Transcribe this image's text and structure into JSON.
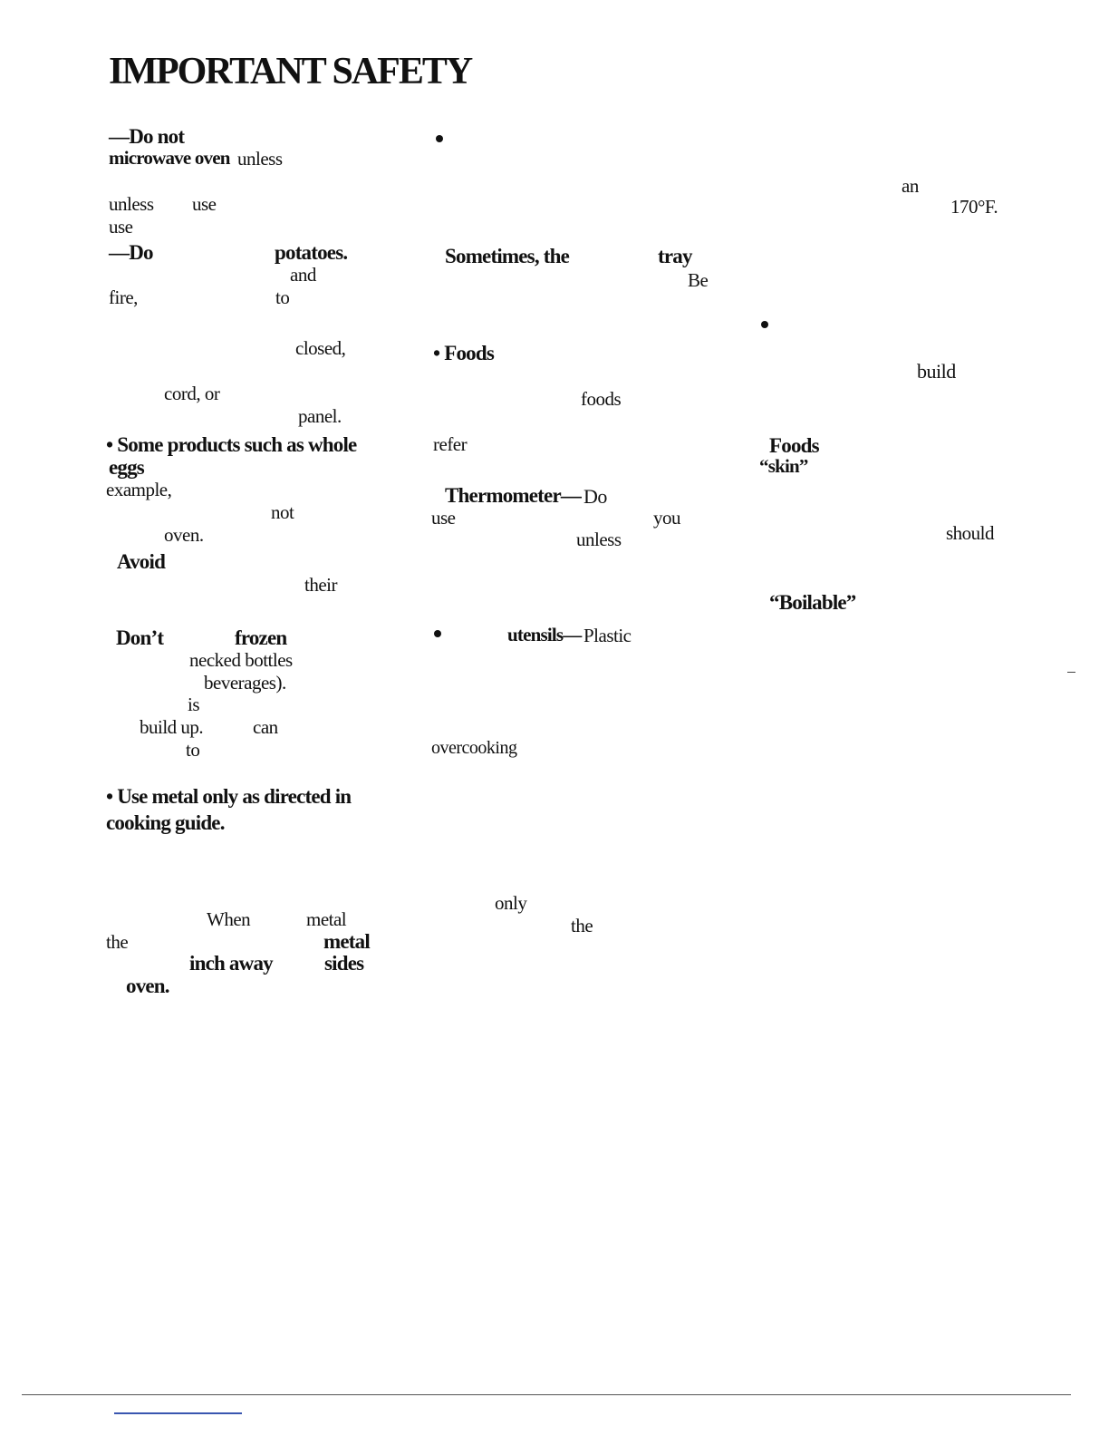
{
  "page": {
    "title": "IMPORTANT SAFETY",
    "left_column": {
      "lines": [
        {
          "b": "—Do not"
        },
        {
          "b": "microwave oven",
          "r": "unless"
        },
        {
          "r1": "unless",
          "r2": "use"
        },
        {
          "r": "use"
        },
        {
          "b1": "—Do",
          "b2": "potatoes."
        },
        {
          "r": "and"
        },
        {
          "r1": "fire,",
          "r2": "to"
        },
        {
          "r": "closed,"
        },
        {
          "r": "cord, or"
        },
        {
          "r": "panel."
        },
        {
          "b": "• Some products such as whole"
        },
        {
          "b": "eggs"
        },
        {
          "r": "example,"
        },
        {
          "r": "not"
        },
        {
          "r": "oven."
        },
        {
          "b": "Avoid"
        },
        {
          "r": "their"
        },
        {
          "b1": "Don’t",
          "b2": "frozen"
        },
        {
          "r": "necked bottles"
        },
        {
          "r": "beverages)."
        },
        {
          "r": "is"
        },
        {
          "r1": "build up.",
          "r2": "can"
        },
        {
          "r": "to"
        },
        {
          "b": "• Use metal only as directed in"
        },
        {
          "b": "cooking guide."
        },
        {
          "r1": "When",
          "r2": "metal"
        },
        {
          "r": "the",
          "b": "metal"
        },
        {
          "b1": "inch away",
          "b2": "sides"
        },
        {
          "b": "oven."
        }
      ]
    },
    "middle_column": {
      "words": {
        "sometimes": "Sometimes, the",
        "tray": "tray",
        "be": "Be",
        "foods_bullet": "• Foods",
        "foods": "foods",
        "refer": "refer",
        "thermometer": "Thermometer—",
        "do": "Do",
        "use": "use",
        "you": "you",
        "unless": "unless",
        "utensils": "utensils—",
        "plastic": "Plastic",
        "overcooking": "overcooking",
        "only": "only",
        "the": "the"
      }
    },
    "right_column": {
      "words": {
        "an": "an",
        "temp": "170°F.",
        "build": "build",
        "foods": "Foods",
        "skin": "“skin”",
        "should": "should",
        "boilable": "“Boilable”"
      }
    }
  }
}
